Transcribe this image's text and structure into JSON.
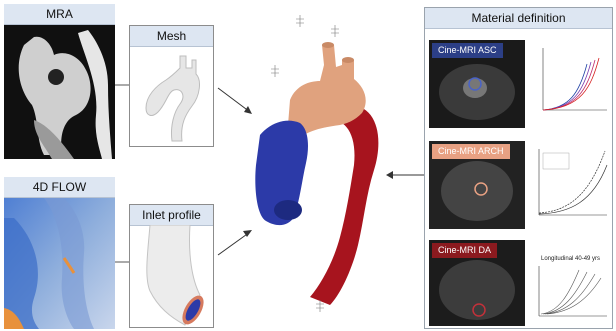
{
  "mra": {
    "title": "MRA"
  },
  "flow": {
    "title": "4D FLOW"
  },
  "mesh": {
    "title": "Mesh"
  },
  "inlet": {
    "title": "Inlet profile"
  },
  "material": {
    "title": "Material definition",
    "rows": [
      {
        "label": "Cine-MRI ASC",
        "color": "#2c3f86"
      },
      {
        "label": "Cine-MRI ARCH",
        "color": "#e8a183"
      },
      {
        "label": "Cine-MRI DA",
        "color": "#8b1a1f"
      }
    ],
    "chart3_title": "Longitudinal 40-49 yrs"
  },
  "colors": {
    "panel_header": "#dde6f2",
    "ascending": "#2c3aa8",
    "arch": "#e0a27e",
    "descending": "#a7141e"
  }
}
